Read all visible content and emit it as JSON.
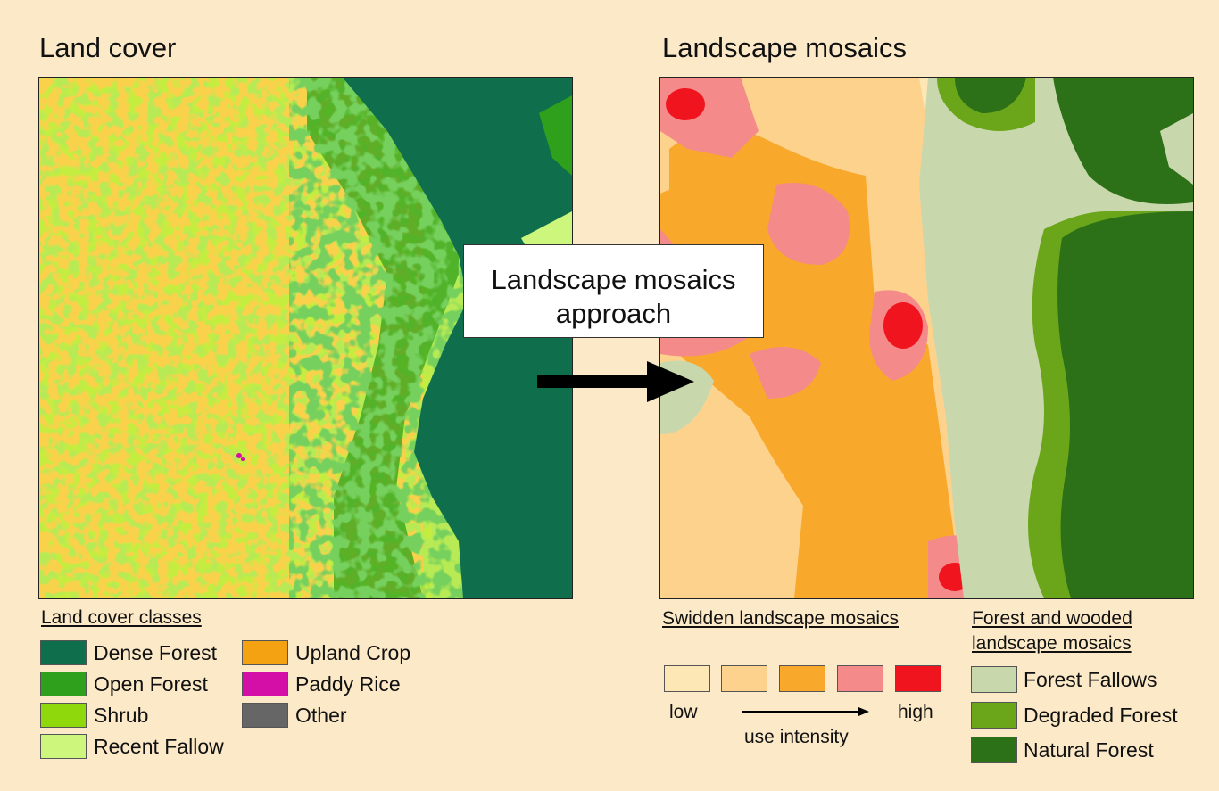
{
  "left_panel": {
    "title": "Land cover"
  },
  "right_panel": {
    "title": "Landscape mosaics"
  },
  "callout": {
    "line1": "Landscape mosaics",
    "line2": "approach"
  },
  "land_cover_legend": {
    "heading": "Land cover classes",
    "items": [
      {
        "label": "Dense Forest",
        "color": "#0f6f4c"
      },
      {
        "label": "Open Forest",
        "color": "#2fa01c"
      },
      {
        "label": "Shrub",
        "color": "#8fd80c"
      },
      {
        "label": "Recent Fallow",
        "color": "#cdf77c"
      },
      {
        "label": "Upland Crop",
        "color": "#f5a212"
      },
      {
        "label": "Paddy Rice",
        "color": "#d40fa8"
      },
      {
        "label": "Other",
        "color": "#666666"
      }
    ]
  },
  "swidden_legend": {
    "heading": "Swidden landscape mosaics",
    "colors": [
      "#fde7b5",
      "#fdd28c",
      "#f8a82a",
      "#f58a8a",
      "#f0141e"
    ],
    "low_label": "low",
    "high_label": "high",
    "axis_label": "use intensity"
  },
  "forest_legend": {
    "heading_line1": "Forest and wooded",
    "heading_line2": "landscape mosaics",
    "items": [
      {
        "label": "Forest Fallows",
        "color": "#c9d8ac"
      },
      {
        "label": "Degraded Forest",
        "color": "#6aa51a"
      },
      {
        "label": "Natural Forest",
        "color": "#2c7018"
      }
    ]
  }
}
